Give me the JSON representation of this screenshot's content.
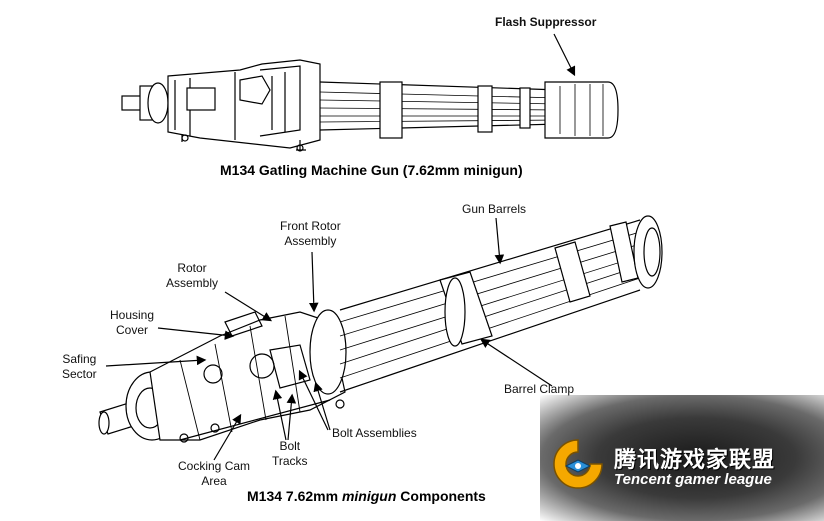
{
  "top_figure": {
    "label_flash_suppressor": "Flash Suppressor",
    "caption": "M134 Gatling Machine Gun (7.62mm minigun)"
  },
  "bottom_figure": {
    "labels": {
      "gun_barrels": "Gun Barrels",
      "front_rotor_line1": "Front Rotor",
      "front_rotor_line2": "Assembly",
      "rotor_line1": "Rotor",
      "rotor_line2": "Assembly",
      "housing_line1": "Housing",
      "housing_line2": "Cover",
      "safing_line1": "Safing",
      "safing_line2": "Sector",
      "barrel_clamp": "Barrel Clamp",
      "bolt_assemblies": "Bolt Assemblies",
      "bolt_tracks_line1": "Bolt",
      "bolt_tracks_line2": "Tracks",
      "cocking_cam_line1": "Cocking Cam",
      "cocking_cam_line2": "Area"
    },
    "caption_prefix": "M134  7.62mm",
    "caption_italic": "minigun",
    "caption_suffix": "Components"
  },
  "watermark": {
    "chinese": "腾讯游戏家联盟",
    "english": "Tencent gamer league",
    "logo_color": "#f5a800",
    "logo_inner_color": "#2a8fd8"
  }
}
